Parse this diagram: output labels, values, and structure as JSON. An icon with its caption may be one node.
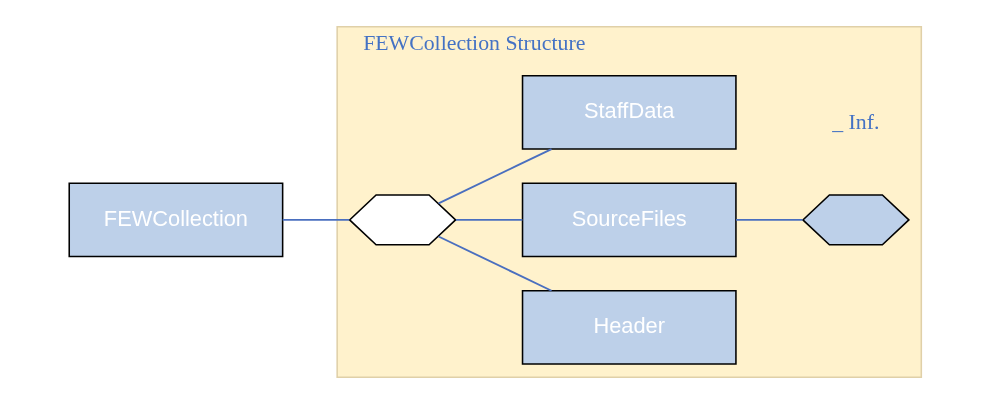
{
  "diagram": {
    "nodes": [
      {
        "text": [
          "FEWCollection Structure"
        ]
      },
      {
        "text": [
          "FEWCollection"
        ]
      },
      {
        "text": [],
        "shape": "hexagon",
        "in": 0
      },
      {
        "text": [
          "Header"
        ],
        "in": 0
      },
      {
        "text": [
          "SourceFiles"
        ],
        "in": 0
      },
      {
        "text": [
          "StaffData"
        ],
        "in": 0
      },
      {
        "text": [],
        "shape": "hexagon",
        "in": 0
      }
    ],
    "edges": [
      {
        "from": 1,
        "to": 2,
        "arrow": "none"
      },
      {
        "from": 2,
        "to": 3,
        "arrow": "none"
      },
      {
        "from": 2,
        "to": 4,
        "arrow": "none"
      },
      {
        "from": 2,
        "to": 5,
        "arrow": "none"
      },
      {
        "from": 4,
        "to": 6,
        "arrow": "none"
      }
    ],
    "labels": [
      "_ Inf."
    ]
  }
}
